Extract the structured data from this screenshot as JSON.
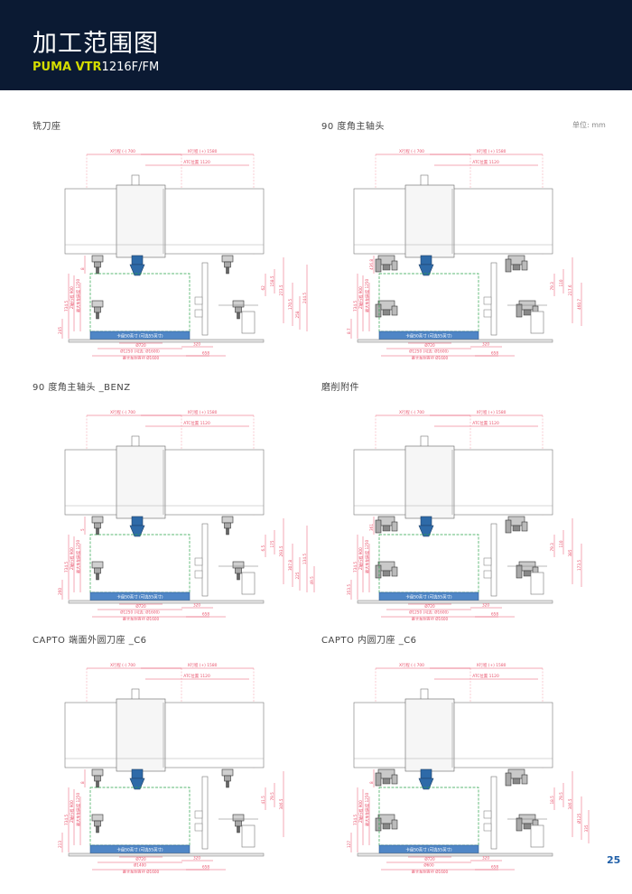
{
  "header": {
    "title": "加工范围图",
    "brand": "PUMA VTR",
    "model": "1216F/FM"
  },
  "unit": "单位: mm",
  "page_number": "25",
  "colors": {
    "header_bg": "#0b1a33",
    "brand": "#d4dc00",
    "dim_red": "#e8506a",
    "spindle": "#2e6aa8",
    "chuck_bar": "#4f86c6",
    "range_green": "#2aa44a"
  },
  "sections": [
    {
      "title": "铣刀座",
      "variant": "mill",
      "x_stroke_minus": "X行程 (-) 700",
      "x_stroke_plus": "X行程 (+) 1580",
      "atc_position": "ATC位置 1120",
      "chuck_label": "卡盘50英寸 (可选55英寸)",
      "dia_small": "Ø720",
      "dia_turn": "Ø1250 (可选: Ø1600)",
      "max_turn_label": "最大车削直径 Ø1600",
      "dim_bottom_a": "320",
      "dim_bottom_b": "658",
      "left_dims": [
        "734.5",
        "Z轴行程 900",
        "最大车削高度 1250",
        "245",
        "8"
      ],
      "right_dims": [
        "62",
        "158.5",
        "273.5",
        "170.5",
        "258",
        "244.5"
      ]
    },
    {
      "title": "90 度角主轴头",
      "variant": "angle",
      "x_stroke_minus": "X行程 (-) 700",
      "x_stroke_plus": "X行程 (+) 1580",
      "atc_position": "ATC位置 1120",
      "chuck_label": "卡盘50英寸 (可选55英寸)",
      "dia_small": "Ø720",
      "dia_turn": "Ø1250 (可选: Ø1600)",
      "max_turn_label": "最大车削直径 Ø1600",
      "dim_bottom_a": "320",
      "dim_bottom_b": "658",
      "left_dims": [
        "734.5",
        "Z轴行程 900",
        "最大车削高度 1250",
        "8.7",
        "436.8"
      ],
      "right_dims": [
        "79.3",
        "110",
        "217.6",
        "460.7"
      ]
    },
    {
      "title": "90 度角主轴头 _BENZ",
      "variant": "mill",
      "x_stroke_minus": "X行程 (-) 700",
      "x_stroke_plus": "X行程 (+) 1580",
      "atc_position": "ATC位置 1120",
      "chuck_label": "卡盘50英寸 (可选55英寸)",
      "dia_small": "Ø720",
      "dia_turn": "Ø1250 (可选: Ø1600)",
      "max_turn_label": "最大车削直径 Ø1600",
      "dim_bottom_a": "320",
      "dim_bottom_b": "658",
      "left_dims": [
        "734.5",
        "Z轴行程 900",
        "最大车削高度 1250",
        "260",
        "5"
      ],
      "right_dims": [
        "6.5",
        "175",
        "293.5",
        "307.8",
        "225",
        "134.5",
        "49.5"
      ]
    },
    {
      "title": "磨削附件",
      "variant": "angle",
      "x_stroke_minus": "X行程 (-) 700",
      "x_stroke_plus": "X行程 (+) 1580",
      "atc_position": "ATC位置 1120",
      "chuck_label": "卡盘50英寸 (可选55英寸)",
      "dia_small": "Ø720",
      "dia_turn": "Ø1250 (可选: Ø1600)",
      "max_turn_label": "最大车削直径 Ø1600",
      "dim_bottom_a": "320",
      "dim_bottom_b": "658",
      "left_dims": [
        "734.5",
        "Z轴行程 900",
        "最大车削高度 1250",
        "353.5",
        "361"
      ],
      "right_dims": [
        "79.3",
        "110",
        "385",
        "173.5"
      ]
    },
    {
      "title": "CAPTO 端面外圆刀座 _C6",
      "variant": "mill",
      "x_stroke_minus": "X行程 (-) 700",
      "x_stroke_plus": "X行程 (+) 1580",
      "atc_position": "ATC位置 1120",
      "chuck_label": "卡盘50英寸 (可选55英寸)",
      "dia_small": "Ø720",
      "dia_turn": "Ø1400",
      "max_turn_label": "最大车削直径 Ø1600",
      "dim_bottom_a": "320",
      "dim_bottom_b": "658",
      "left_dims": [
        "734.5",
        "Z轴行程 900",
        "最大车削高度 1250",
        "213",
        "8"
      ],
      "right_dims": [
        "41.5",
        "79.5",
        "346.5"
      ]
    },
    {
      "title": "CAPTO 内圆刀座 _C6",
      "variant": "angle",
      "x_stroke_minus": "X行程 (-) 700",
      "x_stroke_plus": "X行程 (+) 1580",
      "atc_position": "ATC位置 1120",
      "chuck_label": "卡盘50英寸 (可选55英寸)",
      "dia_small": "Ø720",
      "dia_turn": "Ø600",
      "max_turn_label": "最大车削直径 Ø1600",
      "dim_bottom_a": "320",
      "dim_bottom_b": "658",
      "left_dims": [
        "734.5",
        "Z轴行程 900",
        "最大车削高度 1250",
        "127",
        "8"
      ],
      "right_dims": [
        "18.5",
        "79.5",
        "346.5",
        "Ø125",
        "335"
      ]
    }
  ]
}
